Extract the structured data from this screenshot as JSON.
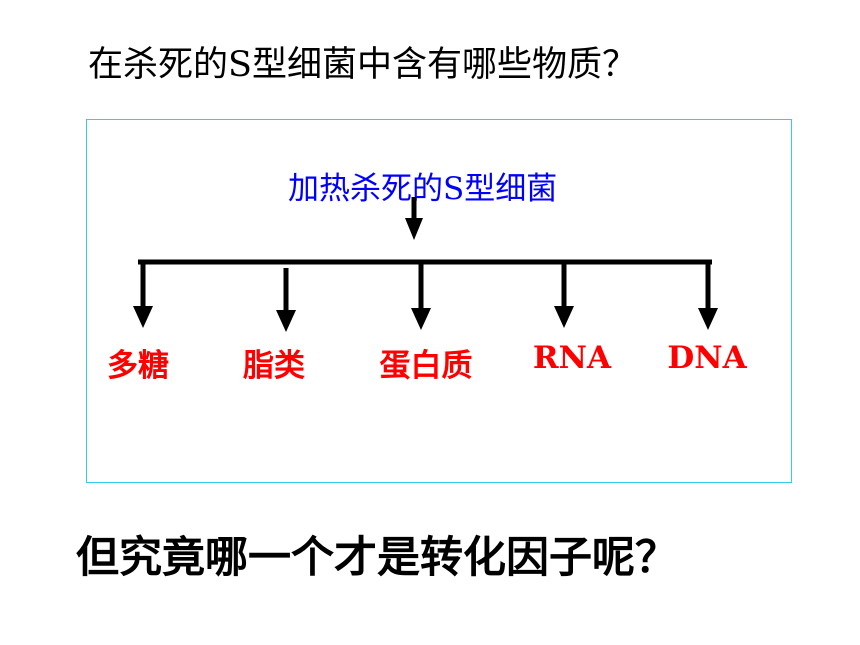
{
  "title": "在杀死的S型细菌中含有哪些物质？",
  "root": "加热杀死的S型细菌",
  "components": [
    "多糖",
    "脂类",
    "蛋白质",
    "RNA",
    "DNA"
  ],
  "question": "但究竟哪一个才是转化因子呢？",
  "colors": {
    "title": "#000000",
    "root": "#0000ff",
    "components": "#ff0000",
    "frame": "#33ccee",
    "question": "#000000"
  }
}
